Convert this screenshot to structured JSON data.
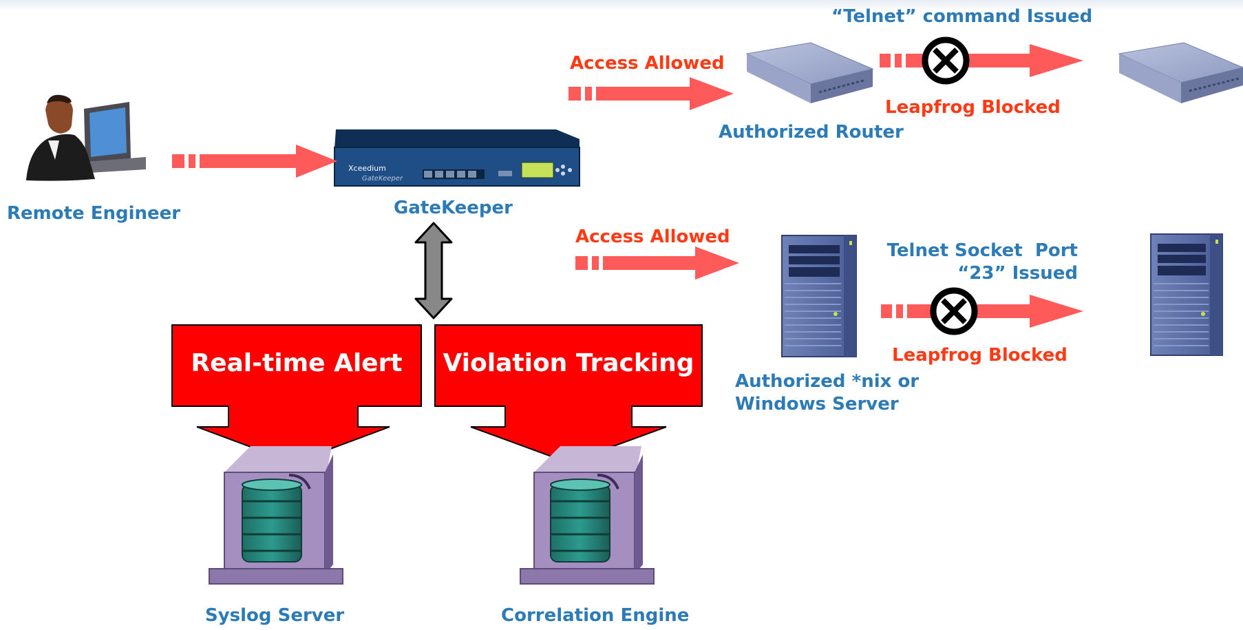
{
  "nodes": {
    "remote_engineer": "Remote Engineer",
    "gatekeeper": "GateKeeper",
    "authorized_router": "Authorized Router",
    "authorized_server": [
      "Authorized *nix or",
      "Windows Server"
    ],
    "syslog_server": "Syslog Server",
    "correlation_engine": "Correlation Engine",
    "device_brand": "Xceedium",
    "device_model": "GateKeeper"
  },
  "flows": {
    "router_access": "Access Allowed",
    "server_access": "Access Allowed",
    "router_command": "“Telnet” command Issued",
    "router_blocked": "Leapfrog Blocked",
    "server_command": [
      "Telnet Socket  Port",
      "“23” Issued"
    ],
    "server_blocked": "Leapfrog Blocked"
  },
  "outputs": {
    "realtime_alert": "Real-time Alert",
    "violation_tracking": "Violation Tracking"
  },
  "colors": {
    "label_blue": "#2c7bb6",
    "label_red": "#ff3a14",
    "arrow": "#ff5a5a",
    "callout": "#ff0000",
    "blocked_icon": "#000000"
  }
}
